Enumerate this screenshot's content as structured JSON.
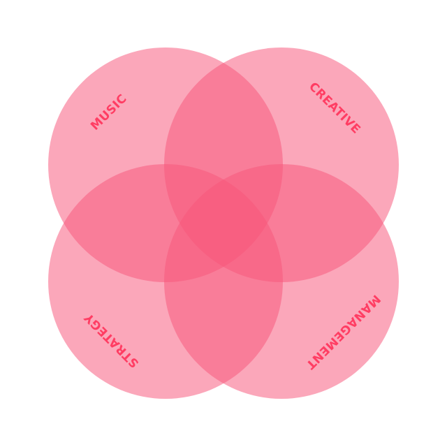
{
  "diagram": {
    "type": "venn",
    "sets": [
      {
        "id": "music",
        "label": "MUSIC"
      },
      {
        "id": "creative",
        "label": "CREATIVE"
      },
      {
        "id": "strategy",
        "label": "STRATEGY"
      },
      {
        "id": "management",
        "label": "MANAGEMENT"
      }
    ]
  },
  "colors": {
    "circle_fill": "#f7577b",
    "label_text": "#ff3d63",
    "background": "#ffffff"
  }
}
